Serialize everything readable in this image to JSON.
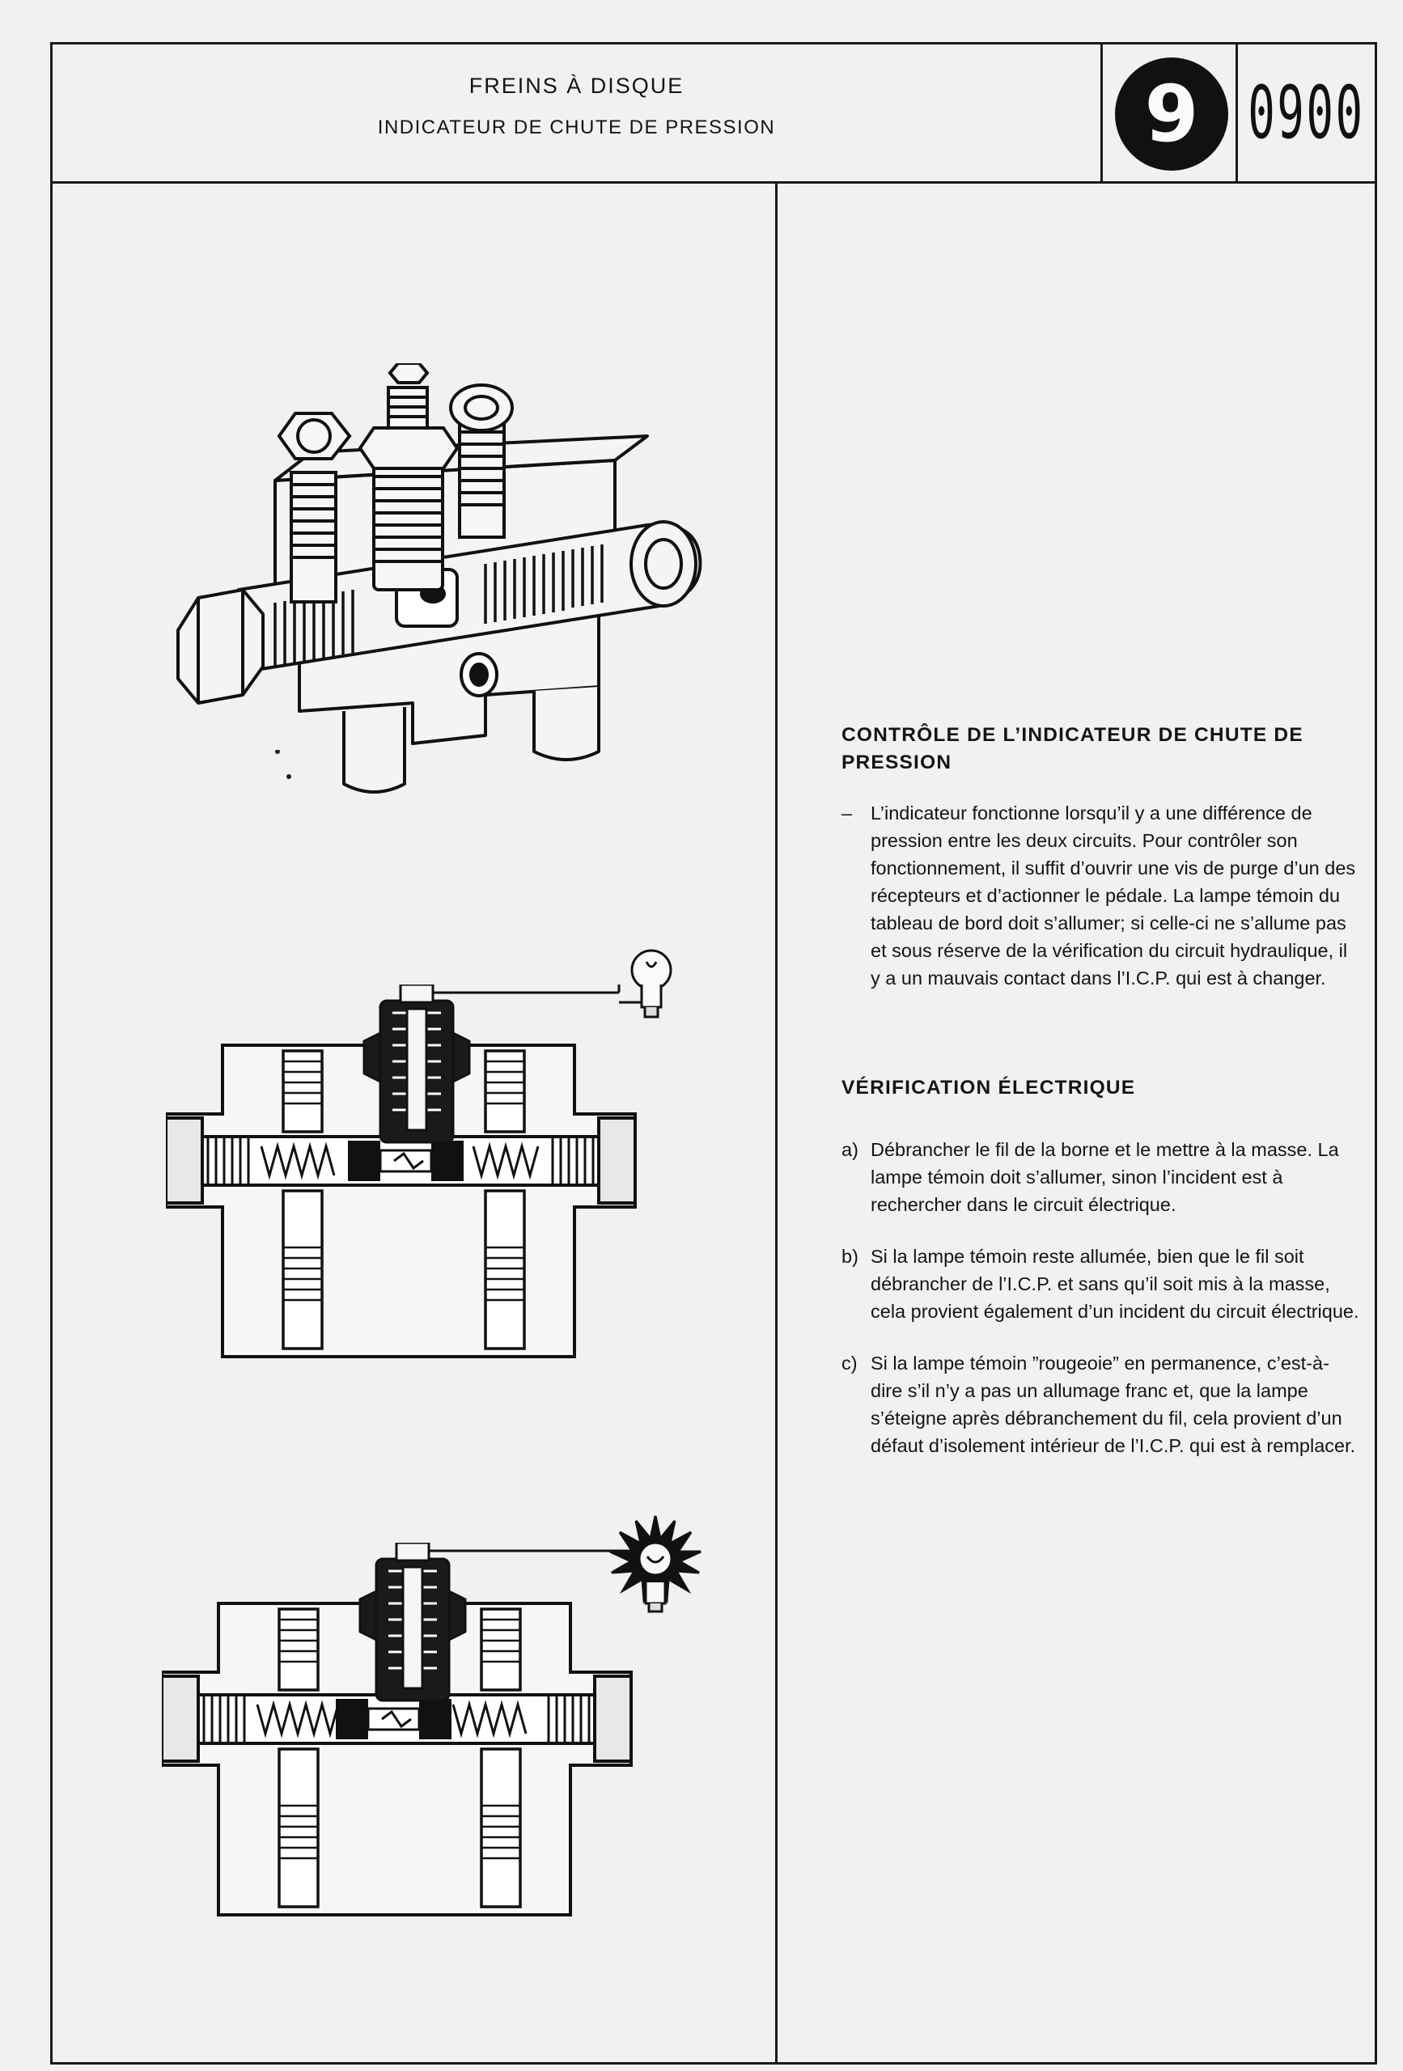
{
  "header": {
    "title": "FREINS À DISQUE",
    "subtitle": "INDICATEUR DE CHUTE DE PRESSION",
    "section_number": "9",
    "page_code": "0900"
  },
  "section1": {
    "heading": "CONTRÔLE DE L’INDICATEUR DE CHUTE DE PRESSION",
    "bullet_mark": "–",
    "bullet_text": "L’indicateur fonctionne lorsqu’il y a une différence de pression entre les deux circuits. Pour contrôler son fonctionnement, il suffit d’ouvrir une vis de purge d’un des récepteurs et d’actionner le pédale. La lampe témoin du tableau de bord doit s’allumer; si celle-ci ne s’allume pas et sous réserve de la vérification du circuit hydraulique, il y a un mauvais contact dans l’I.C.P. qui est à changer."
  },
  "section2": {
    "heading": "VÉRIFICATION ÉLECTRIQUE",
    "items": [
      {
        "mark": "a)",
        "text": "Débrancher le fil de la borne et le mettre à la masse. La lampe témoin doit s’allumer, sinon l’incident est à rechercher dans le circuit électrique."
      },
      {
        "mark": "b)",
        "text": "Si la lampe témoin reste allumée, bien que le fil soit débrancher de l’I.C.P. et sans qu’il soit mis à la masse, cela provient également d’un incident du circuit électrique."
      },
      {
        "mark": "c)",
        "text": "Si la lampe témoin ”rougeoie” en permanence, c’est-à-dire s’il n’y a pas un allumage franc et, que la lampe s’éteigne après débranchement du fil, cela provient d’un défaut d’isolement intérieur de l’I.C.P. qui est à remplacer."
      }
    ]
  }
}
